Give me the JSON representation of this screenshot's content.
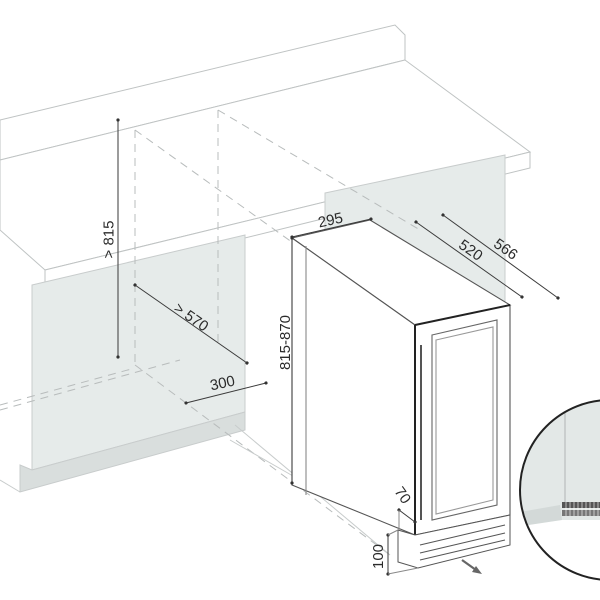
{
  "diagram": {
    "subject": "Under-counter built-in wine cooler installation drawing",
    "units": "mm",
    "colors": {
      "background": "#ffffff",
      "outline": "#bfc3c3",
      "cabinet_fill": "#e6ebea",
      "plinth_fill": "#d9dedd",
      "dimension_line": "#3a3a3a",
      "appliance_outline": "#555555",
      "detail_circle": "#222222"
    },
    "dimensions": {
      "niche_height_min": "> 815",
      "niche_depth_min": "> 570",
      "vent_opening_depth": "300",
      "appliance_height_range": "815-870",
      "appliance_width": "295",
      "appliance_depth_body": "520",
      "appliance_depth_total": "566",
      "plinth_recess": "70",
      "plinth_height": "100"
    },
    "annotations": {
      "airflow_arrow": "airflow-out-arrow",
      "detail_callout": "ventilation-grille-detail"
    }
  }
}
